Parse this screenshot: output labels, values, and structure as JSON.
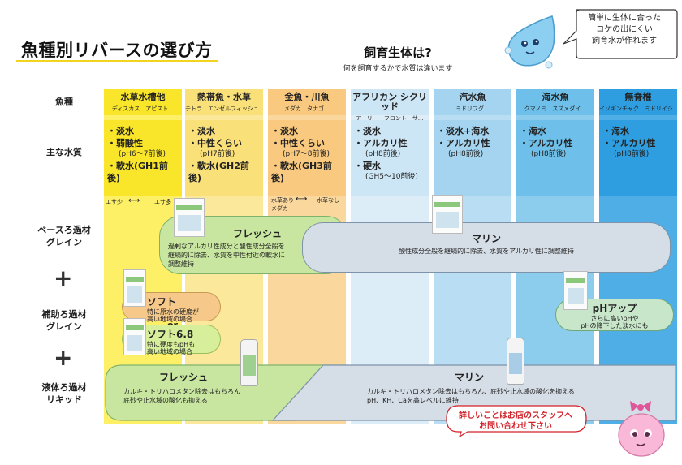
{
  "title": "魚種別リバースの選び方",
  "question": {
    "main": "飼育生体は?",
    "sub": "何を飼育するかで水質は違います"
  },
  "bubble": {
    "lines": [
      "簡単に生体に合った",
      "コケの出にくい",
      "飼育水が作れます"
    ]
  },
  "row_labels": {
    "fish": "魚種",
    "water": "主な水質",
    "base_filter": [
      "ベースろ過材",
      "グレイン"
    ],
    "plus": "+",
    "aux_filter": [
      "補助ろ過材",
      "グレイン"
    ],
    "liquid_filter": [
      "液体ろ過材",
      "リキッド"
    ]
  },
  "columns": [
    {
      "name": "水草水槽他",
      "examples": "ディスカス　アピスト…",
      "water": [
        {
          "t": "・淡水"
        },
        {
          "t": "・弱酸性"
        },
        {
          "s": "(pH6〜7前後)"
        },
        {
          "t": "・軟水(GH1前後)"
        }
      ],
      "head_color": "#f9e52a",
      "color": "#fdf067"
    },
    {
      "name": "熱帯魚・水草",
      "examples": "テトラ　エンゼルフィッシュ…",
      "water": [
        {
          "t": "・淡水"
        },
        {
          "t": "・中性くらい"
        },
        {
          "s": "(pH7前後)"
        },
        {
          "t": "・軟水(GH2前後)"
        }
      ],
      "head_color": "#fae079",
      "color": "#fce89a"
    },
    {
      "name": "金魚・川魚",
      "examples": "メダカ　タナゴ…",
      "water": [
        {
          "t": "・淡水"
        },
        {
          "t": "・中性くらい"
        },
        {
          "s": "(pH7〜8前後)"
        },
        {
          "t": "・軟水(GH3前後)"
        }
      ],
      "head_color": "#f8c97e",
      "color": "#fad89d"
    },
    {
      "name": "アフリカン シクリッド",
      "examples": "アーリー　フロントーサ…",
      "water": [
        {
          "t": "・淡水"
        },
        {
          "t": "・アルカリ性"
        },
        {
          "s": "(pH8前後)"
        },
        {
          "t": "・硬水"
        },
        {
          "s": "(GH5〜10前後)"
        }
      ],
      "head_color": "#cde6f5",
      "color": "#dcedf8"
    },
    {
      "name": "汽水魚",
      "examples": "ミドリフグ…",
      "water": [
        {
          "t": "・淡水+海水"
        },
        {
          "t": "・アルカリ性"
        },
        {
          "s": "(pH8前後)"
        }
      ],
      "head_color": "#a4d4ef",
      "color": "#b9def3"
    },
    {
      "name": "海水魚",
      "examples": "クマノミ　スズメダイ…",
      "water": [
        {
          "t": "・海水"
        },
        {
          "t": "・アルカリ性"
        },
        {
          "s": "(pH8前後)"
        }
      ],
      "head_color": "#6ec0ea",
      "color": "#8ccdee"
    },
    {
      "name": "無脊椎",
      "examples": "イソギンチャク　ミドリイシ…",
      "water": [
        {
          "t": "・海水"
        },
        {
          "t": "・アルカリ性"
        },
        {
          "s": "(pH8前後)"
        }
      ],
      "head_color": "#2e9ee0",
      "color": "#4eaee5"
    }
  ],
  "scales": [
    {
      "left": "エサ少",
      "right": "エサ多"
    },
    {
      "left": "水草あり",
      "left2": "メダカ",
      "right": "水草なし"
    }
  ],
  "products": {
    "base_fresh": {
      "name": "フレッシュ",
      "desc": [
        "過剰なアルカリ性成分と酸性成分全般を",
        "継続的に除去、水質を中性付近の軟水に",
        "調整維持"
      ]
    },
    "base_marine": {
      "name": "マリン",
      "desc": [
        "酸性成分全般を継続的に除去、水質をアルカリ性に調整維持"
      ]
    },
    "soft": {
      "name": "ソフト",
      "desc": [
        "特に原水の硬度が",
        "高い地域の場合"
      ]
    },
    "or": "or",
    "soft68": {
      "name": "ソフト6.8",
      "desc": [
        "特に硬度もpHも",
        "高い地域の場合"
      ]
    },
    "ph_up": {
      "name": "pHアップ",
      "desc": [
        "さらに高いpHや",
        "pHの降下した淡水にも"
      ]
    },
    "liquid_fresh": {
      "name": "フレッシュ",
      "desc": [
        "カルキ・トリハロメタン除去はもちろん",
        "底砂や止水域の酸化も抑える"
      ]
    },
    "liquid_marine": {
      "name": "マリン",
      "desc": [
        "カルキ・トリハロメタン除去はもちろん、底砂や止水域の酸化を抑える",
        "pH、KH、Caを高レベルに維持"
      ]
    }
  },
  "staff_note": [
    "詳しいことはお店のスタッフへ",
    "お問い合わせ下さい"
  ],
  "colors": {
    "accent_yellow": "#f3d321",
    "fresh_green": "#c8e6a0",
    "marine_gray": "#d5dde6",
    "soft_orange": "#f6c98a",
    "red_text": "#d2232a",
    "mascot_blue": "#8ccff0",
    "mascot_pink": "#f9b8d8"
  },
  "icons": [
    "blue-water-drop-mascot-icon",
    "pink-mascot-icon",
    "reborn-grain-package-icon",
    "reborn-liquid-bottle-icon",
    "double-arrow-icon"
  ]
}
